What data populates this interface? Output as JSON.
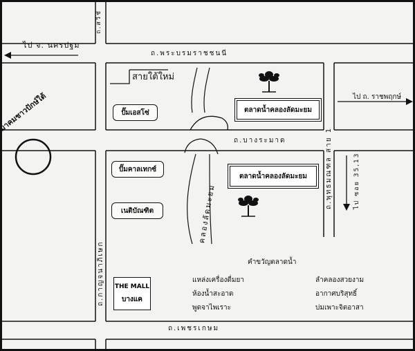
{
  "roads": {
    "phra_borom": "ถ.พระบรมราชชนนี",
    "bang_ramat": "ถ.บางระมาด",
    "phetkasem": "ถ.เพชรเกษม",
    "kanchanaphisek": "ถ.กาญจนาภิเษก",
    "phutthamonthon": "ถ.พุทธมณฑล สาย 1",
    "top_road": "ถ.สวีชั"
  },
  "directions": {
    "to_nakhon_pathom": "ไป จ. นครปฐม",
    "to_ratchaphruek": "ไป ถ. ราชพฤกษ์",
    "to_soi": "ไป ซอย 35,13"
  },
  "places": {
    "association": "สมาคมชาวปักษ์ใต้",
    "sai_tai_mai": "สายใต้ใหม่",
    "ptt_esso": "ปั๊มเอสโซ่",
    "caltex": "ปั๊มคาลเทกซ์",
    "market_north": "ตลาดน้ำคลองลัดมะยม",
    "market_south": "ตลาดน้ำคลองลัดมะยม",
    "canal": "คลองลัดมะยม",
    "nadi": "เนติบัณฑิต",
    "mall_line1": "THE MALL",
    "mall_line2": "บางแค"
  },
  "motto": {
    "title": "คำขวัญตลาดน้ำ",
    "left": [
      "แหล่งเครื่องดื่มยา",
      "ห้องน้ำสะอาด",
      "พูดจาไพเราะ"
    ],
    "right": [
      "ลำคลองสวยงาม",
      "อากาศบริสุทธิ์",
      "บ่มเพาะจิตอาสา"
    ]
  },
  "icons": {
    "tree": "tree-icon",
    "arrow": "arrow-icon"
  }
}
